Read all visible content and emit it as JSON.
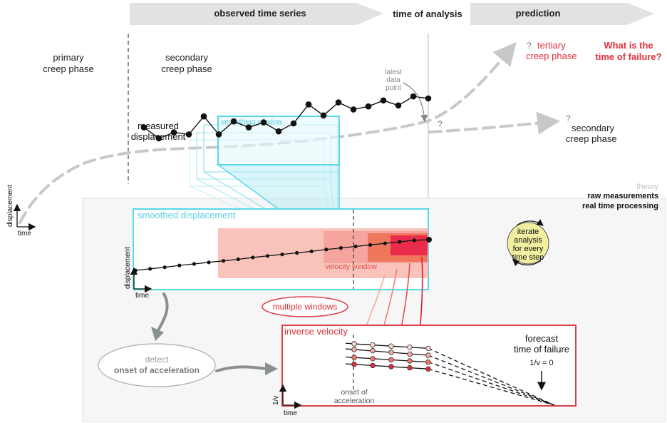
{
  "header": {
    "observed": "observed time series",
    "analysis": "time of analysis",
    "prediction": "prediction"
  },
  "top": {
    "primary_l1": "primary",
    "primary_l2": "creep phase",
    "secondary_l1": "secondary",
    "secondary_l2": "creep phase",
    "measured_l1": "measured",
    "measured_l2": "displacement",
    "smoothing_window": "smoothing window",
    "latest_l1": "latest",
    "latest_l2": "data",
    "latest_l3": "point",
    "q_mark": "?",
    "tertiary_l1": "tertiary",
    "tertiary_l2": "creep phase",
    "secondary_pred_l1": "secondary",
    "secondary_pred_l2": "creep phase",
    "failure_l1": "What is the",
    "failure_l2": "time of failure?",
    "axis_y": "displacement",
    "axis_x": "time"
  },
  "legend": {
    "theory": "theory",
    "raw": "raw measurements",
    "realtime": "real time processing"
  },
  "smoothed": {
    "title": "smoothed displacement",
    "velocity_window": "velocity window",
    "axis_y": "displacement",
    "axis_x": "time"
  },
  "multiple_windows": "multiple windows",
  "iterate": {
    "l1": "iterate",
    "l2": "analysis",
    "l3": "for every",
    "l4": "time step"
  },
  "detect": {
    "l1": "detect",
    "l2": "onset of acceleration"
  },
  "inverse": {
    "title": "inverse velocity",
    "onset_l1": "onset of",
    "onset_l2": "acceleration",
    "forecast_l1": "forecast",
    "forecast_l2": "time of failure",
    "formula": "1/v = 0",
    "axis_y": "1/v",
    "axis_x": "time"
  },
  "colors": {
    "gray_arrow": "#e0e0e0",
    "dashed_gray": "#c8c8c8",
    "cyan": "#58d8e8",
    "cyan_fill": "#9fe3ef",
    "red_box": "#e0404a",
    "red_text": "#e0303a",
    "window_light": "#f8b8b0",
    "window_mid": "#f07860",
    "window_dark": "#e82848",
    "yellow": "#f0f0a0",
    "panel_bg": "#f6f6f6"
  },
  "chart_data": {
    "type": "line",
    "series": [
      {
        "name": "measured displacement",
        "values": [
          0.51,
          0.4,
          0.46,
          0.44,
          0.62,
          0.44,
          0.57,
          0.51,
          0.56,
          0.47,
          0.55,
          0.74,
          0.63,
          0.76,
          0.69,
          0.72,
          0.78,
          0.73,
          0.82,
          0.8
        ]
      },
      {
        "name": "smoothed displacement",
        "values": [
          0,
          0.05,
          0.1,
          0.16,
          0.21,
          0.26,
          0.31,
          0.36,
          0.42,
          0.47,
          0.52,
          0.57,
          0.62,
          0.68,
          0.73,
          0.78,
          0.83,
          0.88,
          0.93,
          0.98,
          1.0
        ]
      },
      {
        "name": "1/v",
        "values": [
          [
            0.9,
            0.88,
            0.86,
            0.84,
            0.82
          ],
          [
            0.8,
            0.78,
            0.75,
            0.72,
            0.7
          ],
          [
            0.66,
            0.64,
            0.62,
            0.6,
            0.58
          ],
          [
            0.54,
            0.52,
            0.5,
            0.48,
            0.46
          ]
        ]
      }
    ],
    "title": "",
    "xlabel": "time",
    "ylabel": "displacement"
  }
}
